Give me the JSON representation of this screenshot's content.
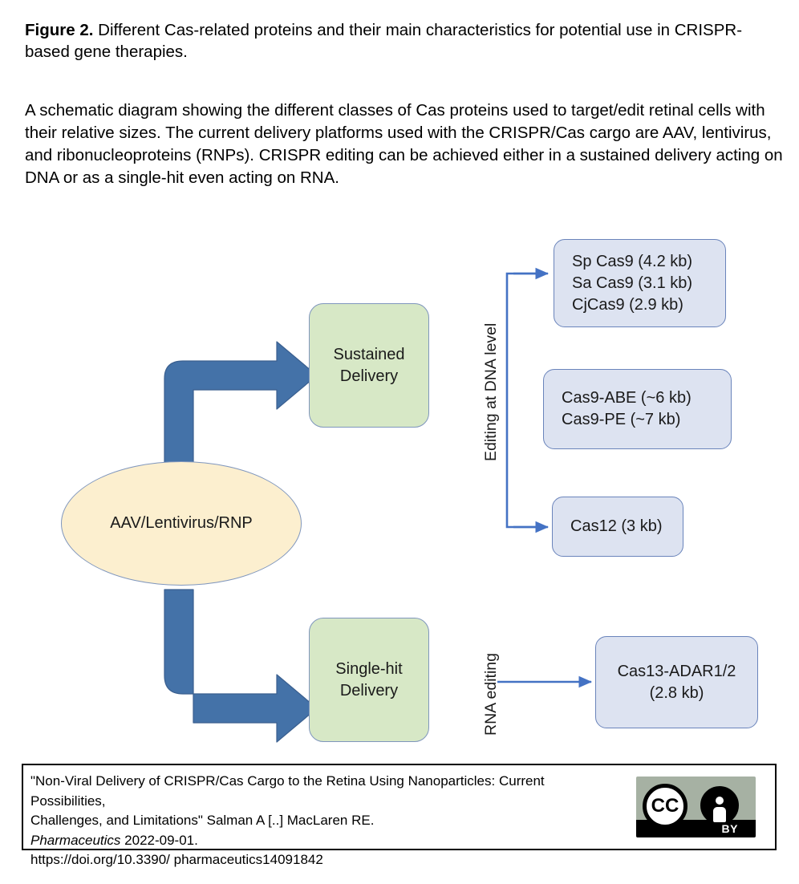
{
  "figure": {
    "label": "Figure 2.",
    "title": " Different Cas-related proteins and their main characteristics for potential use in CRISPR-based gene therapies.",
    "description": "A schematic diagram showing the different classes of Cas proteins used to target/edit retinal cells with their relative sizes. The current delivery platforms used with the CRISPR/Cas cargo are AAV, lentivirus, and ribonucleoproteins (RNPs). CRISPR editing can be achieved either in a sustained delivery acting on DNA or as a single-hit even acting on RNA."
  },
  "diagram": {
    "source_node": "AAV/Lentivirus/RNP",
    "delivery_nodes": [
      {
        "line1": "Sustained",
        "line2": "Delivery"
      },
      {
        "line1": "Single-hit",
        "line2": "Delivery"
      }
    ],
    "branch_labels": {
      "dna": "Editing at DNA level",
      "rna": "RNA editing"
    },
    "dna_targets": [
      {
        "lines": [
          "Sp Cas9 (4.2 kb)",
          "Sa Cas9 (3.1 kb)",
          "CjCas9 (2.9 kb)"
        ]
      },
      {
        "lines": [
          "Cas9-ABE (~6 kb)",
          "Cas9-PE (~7 kb)"
        ]
      },
      {
        "lines": [
          "Cas12 (3 kb)"
        ]
      }
    ],
    "rna_targets": [
      {
        "lines": [
          "Cas13-ADAR1/2",
          "(2.8 kb)"
        ]
      }
    ],
    "colors": {
      "arrow_thick": "#4472a8",
      "arrow_thin": "#4472c4",
      "green_fill": "#d7e8c6",
      "blue_fill": "#dde3f1",
      "ellipse_fill": "#fcefcf",
      "node_border": "#7f96bd"
    }
  },
  "source": {
    "line1": "\"Non-Viral Delivery of CRISPR/Cas Cargo to the Retina Using Nanoparticles: Current Possibilities,",
    "line2": "Challenges, and Limitations\" Salman A [..] MacLaren RE.",
    "journal": "Pharmaceutics",
    "date": " 2022-09-01.",
    "doi": "https://doi.org/10.3390/ pharmaceutics14091842",
    "license": {
      "cc_glyph": "CC",
      "by_label": "BY"
    }
  }
}
